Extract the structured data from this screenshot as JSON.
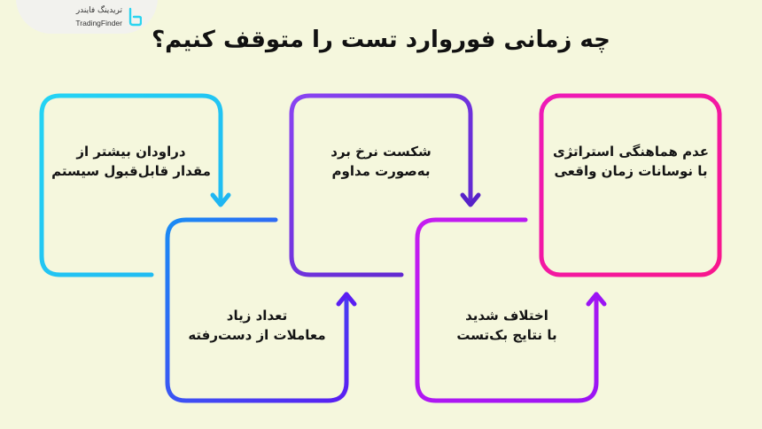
{
  "brand": {
    "name_fa": "تریدینگ فایندر",
    "name_en": "TradingFinder",
    "icon": "tradingfinder-logo-icon",
    "color": "#2bd4f0"
  },
  "title": "چه زمانی فوروارد تست را متوقف کنیم؟",
  "steps": [
    {
      "line1": "عدم هماهنگی استراتژی",
      "line2": "با نوسانات زمان واقعی",
      "color": "#f41aa0"
    },
    {
      "line1": "اختلاف شدید",
      "line2": "با نتایج بک‌تست",
      "color": "#b61cf2"
    },
    {
      "line1": "شکست نرخ برد",
      "line2": "به‌صورت مداوم",
      "color": "#7a3be8"
    },
    {
      "line1": "تعداد زیاد",
      "line2": "معاملات از دست‌رفته",
      "color": "#2d5df0"
    },
    {
      "line1": "دراودان بیشتر از",
      "line2": "مقدار قابل‌قبول سیستم",
      "color": "#22c8f2"
    }
  ],
  "colors": {
    "background": "#f5f7dd",
    "cyan": "#22c8f2",
    "blue": "#1e7af5",
    "indigo": "#5a1ef2",
    "violet": "#8e2ef0",
    "magenta": "#b61cf2",
    "pink": "#f41aa0"
  }
}
